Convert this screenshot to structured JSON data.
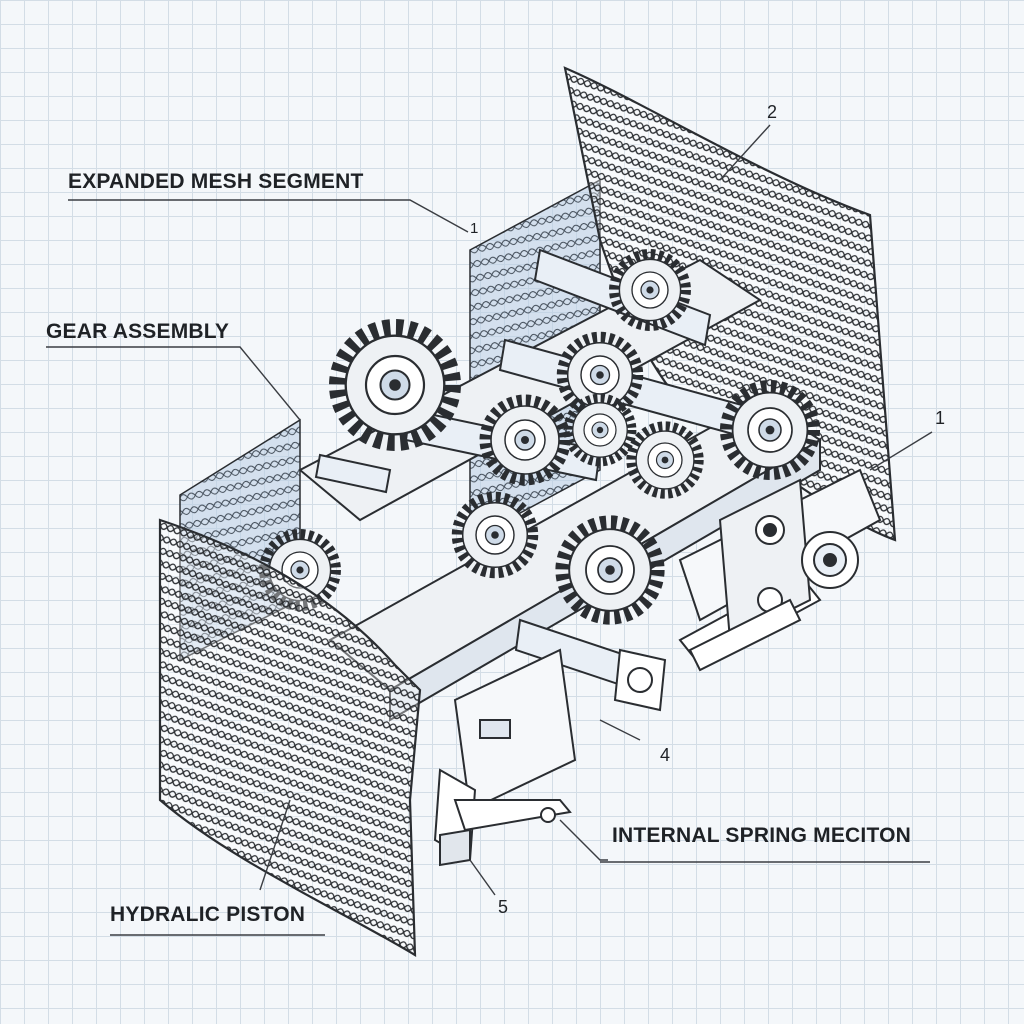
{
  "labels": {
    "expanded_mesh_segment": "EXPANDED MESH SEGMENT",
    "gear_assembly": "GEAR ASSEMBLY",
    "internal_spring_meciton": "INTERNAL SPRING MECITON",
    "hydralic_piston": "HYDRALIC PISTON"
  },
  "callouts": {
    "n1_top": "1",
    "n1_right": "1",
    "n2": "2",
    "n4": "4",
    "n5": "5"
  },
  "colors": {
    "ink": "#2a2d31",
    "mesh_tint": "#b9cde3",
    "grid": "#d3dde6",
    "paper": "#f4f7fa",
    "metal": "#eef1f4"
  }
}
